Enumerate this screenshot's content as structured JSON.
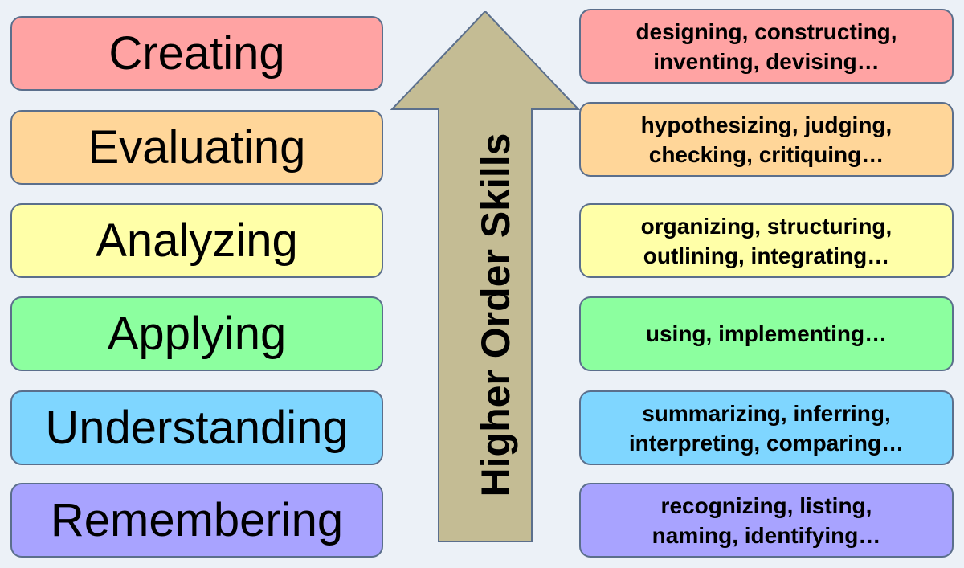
{
  "colors": {
    "creating": "#ffa3a3",
    "evaluating": "#ffd699",
    "analyzing": "#ffffa8",
    "applying": "#8cff9f",
    "understanding": "#7fd6ff",
    "remembering": "#a8a3ff",
    "arrow": "#c4bc94",
    "border": "#5b6f8c"
  },
  "arrow": {
    "label": "Higher Order Skills"
  },
  "levels": [
    {
      "name": "Creating",
      "verbs_line1": "designing, constructing,",
      "verbs_line2": "inventing, devising…"
    },
    {
      "name": "Evaluating",
      "verbs_line1": "hypothesizing, judging,",
      "verbs_line2": "checking, critiquing…"
    },
    {
      "name": "Analyzing",
      "verbs_line1": "organizing, structuring,",
      "verbs_line2": "outlining, integrating…"
    },
    {
      "name": "Applying",
      "verbs_line1": "using, implementing…",
      "verbs_line2": ""
    },
    {
      "name": "Understanding",
      "verbs_line1": "summarizing, inferring,",
      "verbs_line2": "interpreting, comparing…"
    },
    {
      "name": "Remembering",
      "verbs_line1": "recognizing, listing,",
      "verbs_line2": "naming, identifying…"
    }
  ]
}
